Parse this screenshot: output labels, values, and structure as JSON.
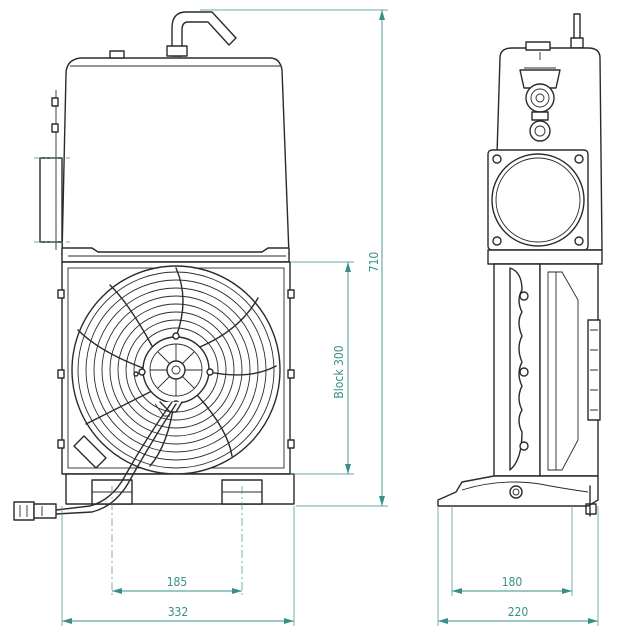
{
  "dimensions": {
    "front_height": "710",
    "block_height": "Block 300",
    "front_foot_spacing": "185",
    "front_width": "332",
    "side_foot_spacing": "180",
    "side_width": "220"
  },
  "colors": {
    "dimension_line": "#3a8f87",
    "outline": "#2b2b2b",
    "background": "#ffffff"
  }
}
